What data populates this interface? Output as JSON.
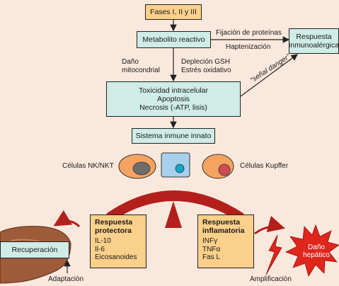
{
  "nodes": {
    "fases": "Fases I, II y III",
    "metabolito": "Metabolito reactivo",
    "respuesta_inmuno": [
      "Respuesta",
      "inmunoalérgica"
    ],
    "toxicidad": [
      "Toxicidad intracelular",
      "Apoptosis",
      "Necrosis  (-ATP, lisis)"
    ],
    "sistema_inmune": "Sistema inmune innato",
    "recuperacion": "Recuperación",
    "dano_hepatico": [
      "Daño",
      "hepático"
    ]
  },
  "labels": {
    "fijacion": "Fijación de proteínas",
    "haptenizacion": "Haptenización",
    "dano_mito": [
      "Daño",
      "mitocondrial"
    ],
    "deplecion": [
      "Depleción GSH",
      "Estrés oxidativo"
    ],
    "senal": "“señal danger”",
    "nk_nkt": "Células NK/NKT",
    "kupffer": "Células Kupffer",
    "adaptacion": "Adaptación",
    "amplificacion": "Amplificación"
  },
  "respuesta_protectora": {
    "title": [
      "Respuesta",
      "protectora"
    ],
    "items": [
      "IL-10",
      "Il-6",
      "Eicosanoides"
    ]
  },
  "respuesta_inflamatoria": {
    "title": [
      "Respuesta",
      "inflamatoria"
    ],
    "items": [
      "INFγ",
      "TNFα",
      "Fas L"
    ]
  },
  "colors": {
    "background": "#fbe8dc",
    "teal_box": "#cfece6",
    "orange_box": "#fbd08a",
    "dark_red": "#b3201b",
    "cell_orange": "#f4a460",
    "cell_blue": "#a7d0ec"
  }
}
